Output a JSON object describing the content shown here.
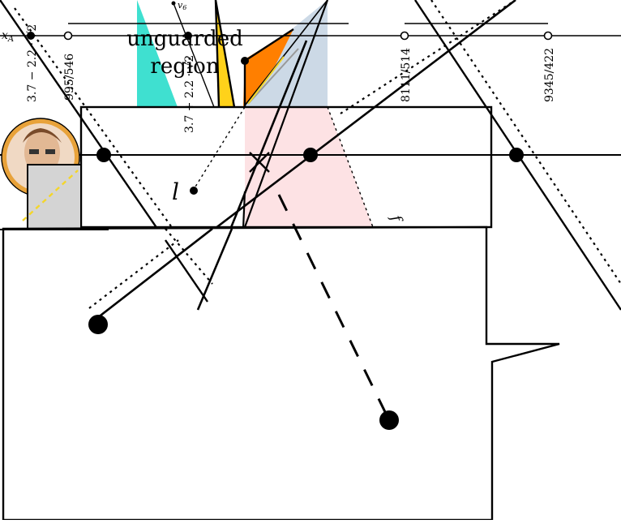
{
  "axis": {
    "point_label": "x",
    "point_label_sub": "A",
    "tick_labels": [
      "3.7 − 2.2 · √2",
      "995/546",
      "3.7 + 2.2 · √2",
      "8111/514",
      "9345/422"
    ]
  },
  "region": {
    "line1": "unguarded",
    "line2": "region"
  },
  "vertex": {
    "label": "v",
    "sub": "6"
  },
  "labels": {
    "l": "l",
    "f": "f"
  },
  "colors": {
    "turquoise": "#3fe0d0",
    "gold": "#ffd21a",
    "orange": "#ff7f00",
    "steel": "#ccd9e6",
    "pink": "#fde2e4",
    "avatar_ring": "#e8a23a",
    "panel_gray": "#d4d4d4",
    "dash_yellow": "#f4d62a"
  }
}
